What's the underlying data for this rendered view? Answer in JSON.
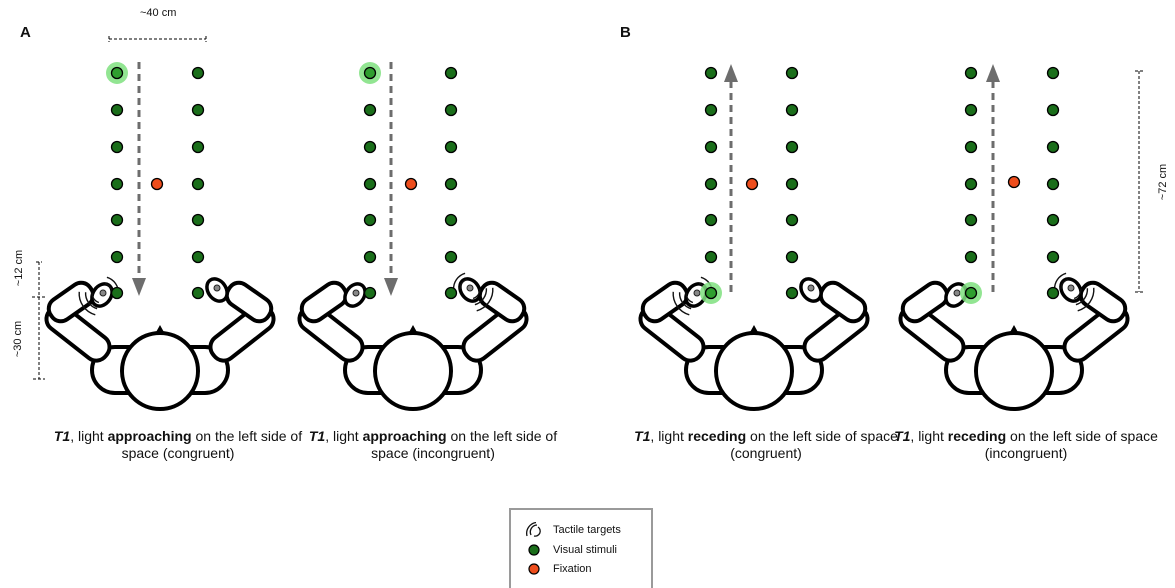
{
  "panel_labels": {
    "a": "A",
    "b": "B"
  },
  "measurements": {
    "width": "~40 cm",
    "near_distance": "~12 cm",
    "body_distance": "~30 cm",
    "depth": "~72 cm"
  },
  "captions": [
    {
      "t1": "T1",
      "pre": ", light ",
      "keyword": "approaching",
      "post": " on the left side of space (congruent)"
    },
    {
      "t1": "T1",
      "pre": ", light ",
      "keyword": "approaching",
      "post": " on the left side of space (incongruent)"
    },
    {
      "t1": "T1",
      "pre": ", light ",
      "keyword": "receding",
      "post": " on the left side of space (congruent)"
    },
    {
      "t1": "T1",
      "pre": ", light ",
      "keyword": "receding",
      "post": " on the left side of space (incongruent)"
    }
  ],
  "legend": {
    "tactile": "Tactile targets",
    "visual": "Visual stimuli",
    "fixation": "Fixation"
  },
  "colors": {
    "visual_stimulus": "#1a6e1a",
    "highlight_glow": "#7fe07f",
    "fixation": "#ee4d1c",
    "arrow": "#6d6d6d",
    "legend_border": "#9a9a9a"
  }
}
